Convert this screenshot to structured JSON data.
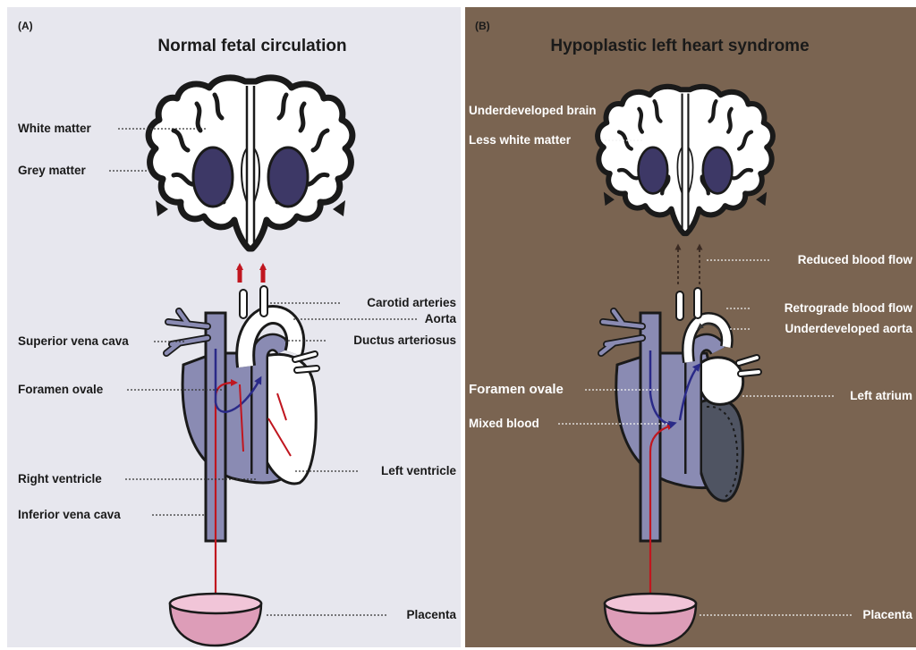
{
  "panel_a": {
    "tag": "(A)",
    "title": "Normal fetal circulation",
    "labels": {
      "white_matter": "White matter",
      "grey_matter": "Grey matter",
      "carotid_arteries": "Carotid arteries",
      "aorta": "Aorta",
      "ductus_arteriosus": "Ductus arteriosus",
      "superior_vena_cava": "Superior vena cava",
      "foramen_ovale": "Foramen ovale",
      "right_ventricle": "Right ventricle",
      "left_ventricle": "Left ventricle",
      "inferior_vena_cava": "Inferior vena cava",
      "placenta": "Placenta"
    }
  },
  "panel_b": {
    "tag": "(B)",
    "title": "Hypoplastic left heart syndrome",
    "labels": {
      "underdeveloped_brain": "Underdeveloped brain",
      "less_white_matter": "Less white matter",
      "reduced_blood_flow": "Reduced blood flow",
      "retrograde_blood_flow": "Retrograde blood flow",
      "underdeveloped_aorta": "Underdeveloped aorta",
      "foramen_ovale": "Foramen ovale",
      "mixed_blood": "Mixed blood",
      "left_atrium": "Left atrium",
      "placenta": "Placenta"
    }
  },
  "colors": {
    "panel_a_bg": "#e7e7ee",
    "panel_b_bg": "#7a6451",
    "heart_fill": "#8a8bb3",
    "hypoplastic_ventricle": "#4f5462",
    "ventricle_fill": "#c9cade",
    "basal_ganglia": "#3d3866",
    "oxygenated_arrow": "#c0161f",
    "deoxygenated_arrow": "#2a2a88",
    "placenta_fill": "#dd9db8",
    "placenta_top": "#f1c5d8"
  }
}
